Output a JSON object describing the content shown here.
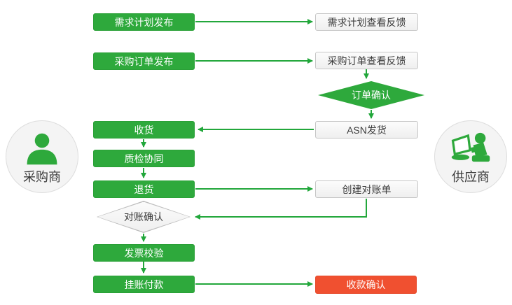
{
  "palette": {
    "process_green": "#2ea93c",
    "arrow_green": "#22a73b",
    "terminal_red": "#f05030",
    "neutral_box_bg": "#f6f6f6",
    "neutral_box_border": "#c6c6c6",
    "actor_circle_bg": "#f4f4f4",
    "text_dark": "#3c3c3c",
    "text_light": "#ffffff"
  },
  "actors": {
    "buyer": {
      "label": "采购商",
      "icon": "person-icon"
    },
    "supplier": {
      "label": "供应商",
      "icon": "person-laptop-icon"
    }
  },
  "nodes": {
    "demand_plan_publish": {
      "label": "需求计划发布",
      "type": "process",
      "lane": "buyer",
      "color": "green"
    },
    "po_publish": {
      "label": "采购订单发布",
      "type": "process",
      "lane": "buyer",
      "color": "green"
    },
    "receive_goods": {
      "label": "收货",
      "type": "process",
      "lane": "buyer",
      "color": "green"
    },
    "quality_collab": {
      "label": "质检协同",
      "type": "process",
      "lane": "buyer",
      "color": "green"
    },
    "return_goods": {
      "label": "退货",
      "type": "process",
      "lane": "buyer",
      "color": "green"
    },
    "recon_confirm": {
      "label": "对账确认",
      "type": "decision",
      "lane": "buyer",
      "color": "gray"
    },
    "invoice_check": {
      "label": "发票校验",
      "type": "process",
      "lane": "buyer",
      "color": "green"
    },
    "book_payment": {
      "label": "挂账付款",
      "type": "process",
      "lane": "buyer",
      "color": "green"
    },
    "demand_plan_feedback": {
      "label": "需求计划查看反馈",
      "type": "process",
      "lane": "supplier",
      "color": "white"
    },
    "po_feedback": {
      "label": "采购订单查看反馈",
      "type": "process",
      "lane": "supplier",
      "color": "white"
    },
    "order_confirm": {
      "label": "订单确认",
      "type": "decision",
      "lane": "supplier",
      "color": "green"
    },
    "asn_ship": {
      "label": "ASN发货",
      "type": "process",
      "lane": "supplier",
      "color": "white"
    },
    "create_statement": {
      "label": "创建对账单",
      "type": "process",
      "lane": "supplier",
      "color": "white"
    },
    "payment_confirm": {
      "label": "收款确认",
      "type": "terminal",
      "lane": "supplier",
      "color": "red"
    }
  },
  "edges": [
    {
      "from": "需求计划发布",
      "to": "需求计划查看反馈"
    },
    {
      "from": "采购订单发布",
      "to": "采购订单查看反馈"
    },
    {
      "from": "采购订单查看反馈",
      "to": "订单确认"
    },
    {
      "from": "订单确认",
      "to": "ASN发货"
    },
    {
      "from": "ASN发货",
      "to": "收货"
    },
    {
      "from": "收货",
      "to": "质检协同"
    },
    {
      "from": "质检协同",
      "to": "退货"
    },
    {
      "from": "退货",
      "to": "创建对账单"
    },
    {
      "from": "创建对账单",
      "to": "对账确认"
    },
    {
      "from": "对账确认",
      "to": "发票校验"
    },
    {
      "from": "发票校验",
      "to": "挂账付款"
    },
    {
      "from": "挂账付款",
      "to": "收款确认"
    }
  ]
}
